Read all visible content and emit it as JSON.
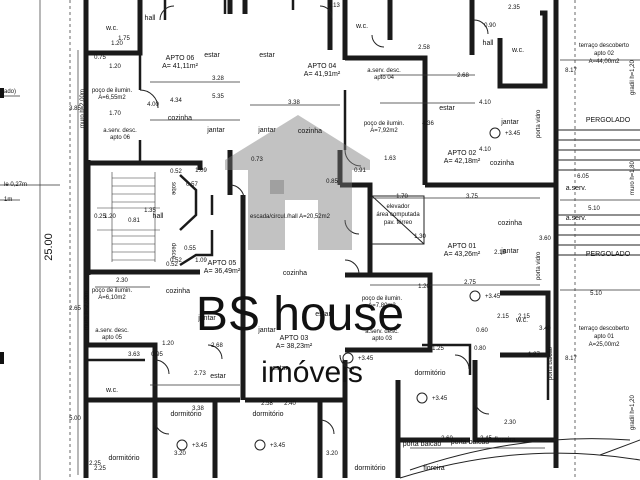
{
  "plan": {
    "apartments": [
      {
        "name": "APTO 06",
        "area": "A= 41,11m²"
      },
      {
        "name": "APTO 04",
        "area": "A= 41,91m²"
      },
      {
        "name": "APTO 02",
        "area": "A= 42,18m²"
      },
      {
        "name": "APTO 05",
        "area": "A= 36,49m²"
      },
      {
        "name": "APTO 03",
        "area": "A= 38,23m²"
      },
      {
        "name": "APTO 01",
        "area": "A= 43,26m²"
      }
    ],
    "terraces": [
      {
        "lines": [
          "terraço descoberto",
          "apto 02",
          "A=44,00m2"
        ]
      },
      {
        "lines": [
          "terraço descoberto",
          "apto 01",
          "A=25,00m2"
        ]
      }
    ],
    "wells": [
      {
        "lines": [
          "poço de ilumin.",
          "A=6,55m2"
        ]
      },
      {
        "lines": [
          "poço de ilumin.",
          "A=7,92m2"
        ]
      },
      {
        "lines": [
          "poço de ilumin.",
          "A=6,10m2"
        ]
      },
      {
        "lines": [
          "poço de ilumin.",
          "A=7,80m2"
        ]
      }
    ],
    "services": [
      {
        "lines": [
          "a.serv. desc.",
          "apto 06"
        ]
      },
      {
        "lines": [
          "a.serv. desc.",
          "apto 04"
        ]
      },
      {
        "lines": [
          "a.serv. desc.",
          "apto 05"
        ]
      },
      {
        "lines": [
          "a.serv. desc.",
          "apto 03"
        ]
      }
    ],
    "rooms": {
      "hall": "hall",
      "wc": "w.c.",
      "estar": "estar",
      "jantar": "jantar",
      "cozinha": "cozinha",
      "dormitorio": "dormitório",
      "aserv": "a.serv.",
      "pergolado": "PERGOLADO",
      "floreira": "floreira",
      "porta_balcao": "porta balcão",
      "porta_vidro": "porta vidro",
      "sobe": "sobe",
      "desce": "desce"
    },
    "circulation": "escada/circul./hall A=20,52m2",
    "elevator": [
      "elevador",
      "área computada",
      "pav. térreo"
    ],
    "overall_dim": "25.00",
    "levels": [
      "+3.45",
      "+3.45",
      "+3.45",
      "+3.45",
      "+3.45",
      "+3.45"
    ],
    "left_notes": [
      "ado)",
      "le 0,27m",
      "1m"
    ],
    "right_notes": [
      "gradil h=1,20",
      "muro h=1,80",
      "gradil h=1,20"
    ],
    "wall_notes": [
      "muro h=2,00m",
      "muro h=2,00m"
    ],
    "dims": [
      "1.20",
      "2.35",
      "0.90",
      "1.75",
      "2.58",
      "1.13",
      "0.75",
      "1.20",
      "3.28",
      "4.34",
      "5.35",
      "2.68",
      "4.10",
      "3.85",
      "1.70",
      "3.38",
      "4.36",
      "4.00",
      "4.10",
      "0.73",
      "0.85",
      "0.91",
      "1.63",
      "1.09",
      "0.52",
      "0.57",
      "0.25",
      "1.20",
      "0.81",
      "1.35",
      "1.70",
      "3.75",
      "5.10",
      "1.09",
      "0.52",
      "0.55",
      "1.30",
      "1.20",
      "2.75",
      "2.30",
      "2.65",
      "3.63",
      "2.68",
      "2.15",
      "5.10",
      "0.95",
      "2.73",
      "2.40",
      "2.15",
      "1.27",
      "1.20",
      "1.25",
      "0.60",
      "0.80",
      "3.38",
      "2.58",
      "3.20",
      "2.25",
      "3.20",
      "2.45",
      "2.25",
      "2.30",
      "2.60",
      "5.00",
      "2.15",
      "3.60",
      "3.40",
      "8.17",
      "6.05",
      "8.17",
      "0.52"
    ],
    "watermark": {
      "brand": "BS house",
      "sub": "imóveis"
    }
  }
}
